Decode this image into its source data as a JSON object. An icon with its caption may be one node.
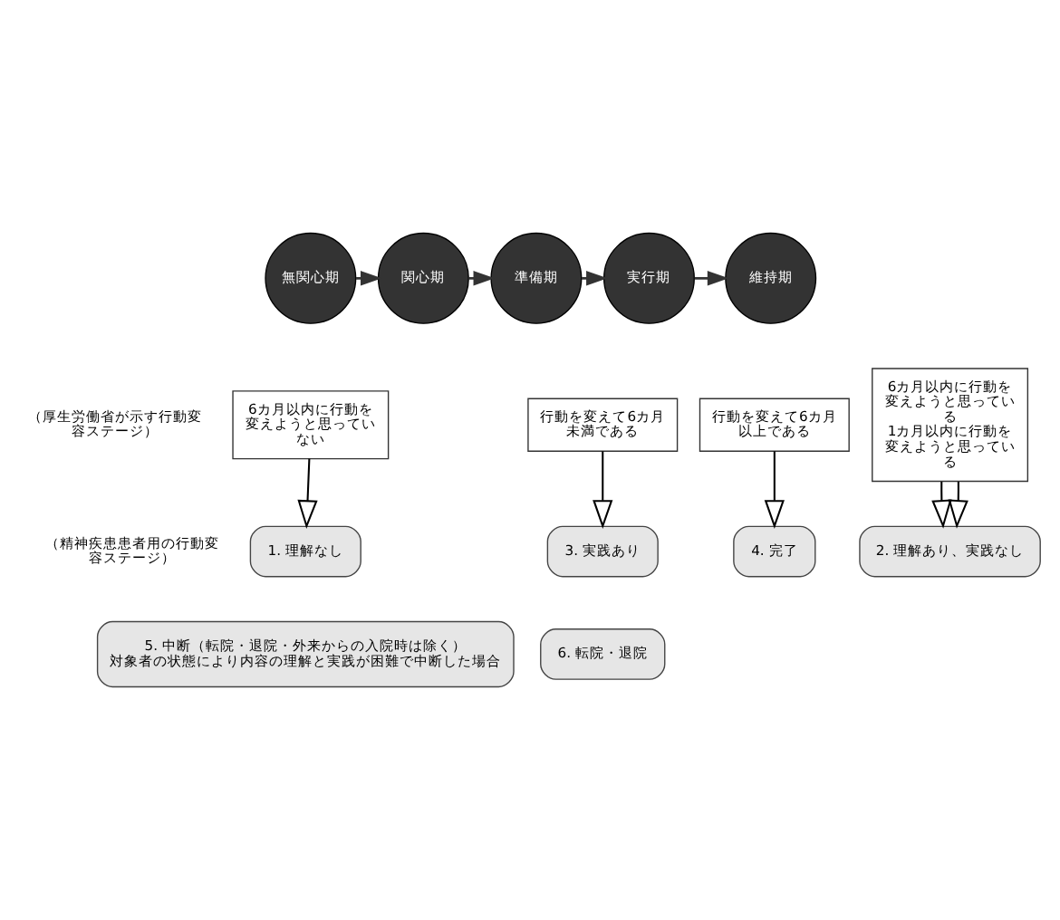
{
  "diagram": {
    "nodes": [
      {
        "text": [
          "無関心期"
        ]
      },
      {
        "text": [
          "関心期"
        ]
      },
      {
        "text": [
          "準備期"
        ]
      },
      {
        "text": [
          "実行期"
        ]
      },
      {
        "text": [
          "維持期"
        ]
      },
      {
        "text": [
          "6カ月以内に行動を変えようと思っていない"
        ]
      },
      {
        "text": [
          "6カ月以内に行動を変えようと思っている",
          "1カ月以内に行動を変えようと思っている"
        ]
      },
      {
        "text": [
          "行動を変えて6カ月未満である"
        ]
      },
      {
        "text": [
          "行動を変えて6カ月以上である"
        ]
      },
      {
        "text": [
          "1. 理解なし"
        ]
      },
      {
        "text": [
          "2. 理解あり、実践なし"
        ]
      },
      {
        "text": [
          "3. 実践あり"
        ]
      },
      {
        "text": [
          "4. 完了"
        ]
      },
      {
        "text": [
          "5. 中断（転院・退院・外来からの入院時は除く）",
          "対象者の状態により内容の理解と実践が困難で中断した場合"
        ]
      },
      {
        "text": [
          "6. 転院・退院"
        ]
      }
    ],
    "edges": [
      {
        "from": 0,
        "to": 1,
        "arrow": "to"
      },
      {
        "from": 1,
        "to": 2,
        "arrow": "to"
      },
      {
        "from": 2,
        "to": 3,
        "arrow": "to"
      },
      {
        "from": 3,
        "to": 4,
        "arrow": "to"
      },
      {
        "from": 5,
        "to": 9,
        "arrow": "to"
      },
      {
        "from": 6,
        "to": 10,
        "arrow": "to"
      },
      {
        "from": 6,
        "to": 10,
        "arrow": "to"
      },
      {
        "from": 7,
        "to": 11,
        "arrow": "to"
      },
      {
        "from": 8,
        "to": 12,
        "arrow": "to"
      }
    ],
    "labels": [
      "（厚生労働省が示す行動変容ステージ）",
      "（精神疾患患者用の行動変容ステージ）"
    ]
  }
}
